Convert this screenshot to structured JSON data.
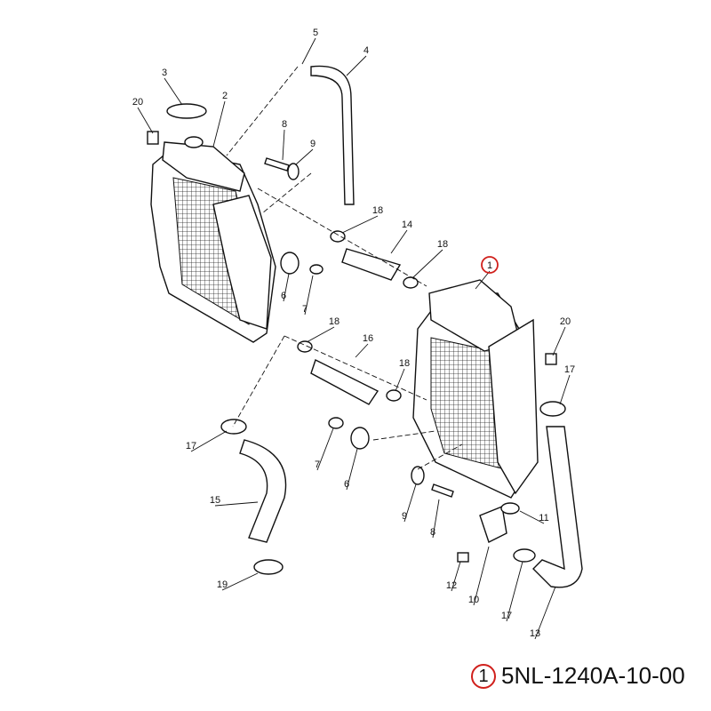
{
  "diagram": {
    "callouts": [
      "5",
      "4",
      "3",
      "2",
      "20",
      "8",
      "9",
      "18",
      "14",
      "18",
      "1",
      "6",
      "7",
      "18",
      "16",
      "20",
      "18",
      "17",
      "17",
      "7",
      "6",
      "15",
      "9",
      "11",
      "8",
      "19",
      "12",
      "10",
      "17",
      "13"
    ],
    "highlight_color": "#d0201c"
  },
  "part_label": {
    "ref": "1",
    "part_number": "5NL-1240A-10-00"
  }
}
